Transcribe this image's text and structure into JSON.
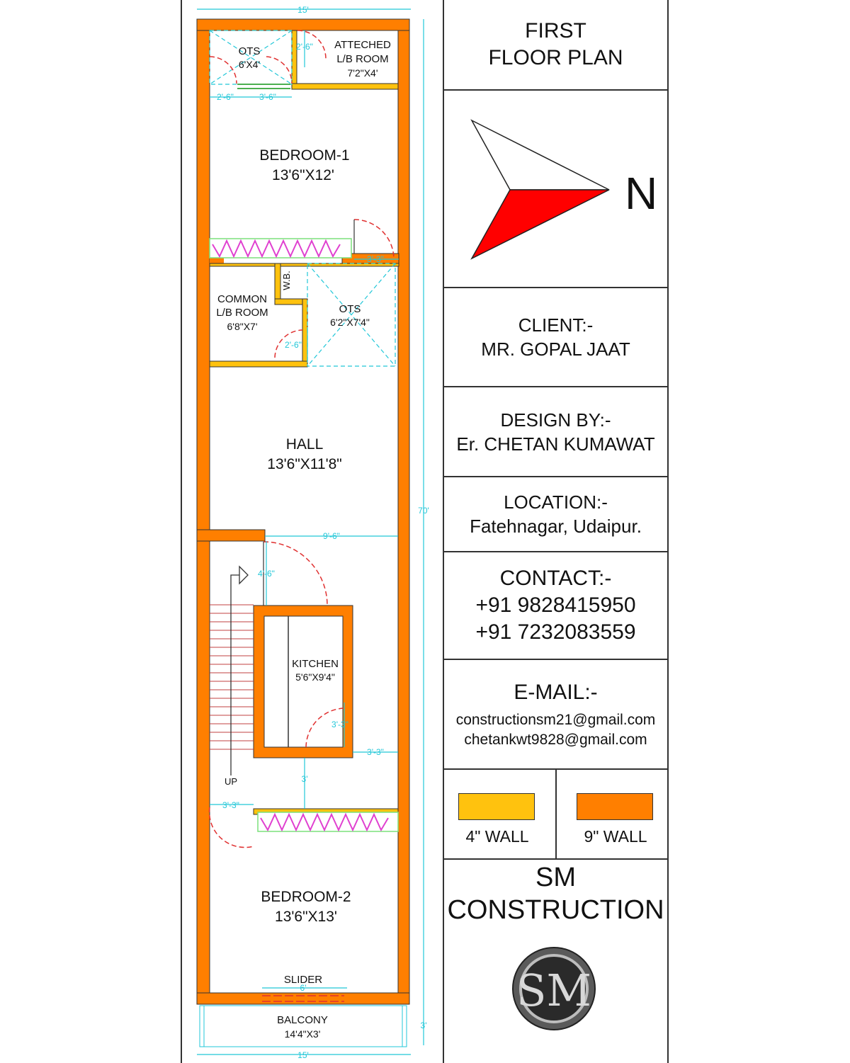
{
  "sheet": {
    "title_line1": "FIRST",
    "title_line2": "FLOOR PLAN",
    "north_label": "N",
    "client_label": "CLIENT:-",
    "client_name": "MR. GOPAL JAAT",
    "design_label": "DESIGN BY:-",
    "designer": "Er. CHETAN KUMAWAT",
    "location_label": "LOCATION:-",
    "location": "Fatehnagar, Udaipur.",
    "contact_label": "CONTACT:-",
    "phone1": "+91 9828415950",
    "phone2": "+91 7232083559",
    "email_label": "E-MAIL:-",
    "email1": "constructionsm21@gmail.com",
    "email2": "chetankwt9828@gmail.com",
    "legend_4in": "4\" WALL",
    "legend_9in": "9\" WALL",
    "brand_line1": "SM",
    "brand_line2": "CONSTRUCTION",
    "logo_text": "SM"
  },
  "colors": {
    "wall_9in": "#ff7f00",
    "wall_4in": "#ffc20e",
    "dimension": "#22c7d8",
    "door_swing": "#e03030",
    "wardrobe": "#e040d0",
    "north_fill": "#ff0000"
  },
  "rooms": {
    "ots1_name": "OTS",
    "ots1_size": "6'X4'",
    "attached_line1": "ATTECHED",
    "attached_line2": "L/B ROOM",
    "attached_size": "7'2\"X4'",
    "bed1_name": "BEDROOM-1",
    "bed1_size": "13'6\"X12'",
    "common_line1": "COMMON",
    "common_line2": "L/B ROOM",
    "common_size": "6'8\"X7'",
    "wb": "W.B.",
    "ots2_name": "OTS",
    "ots2_size": "6'2\"X7'4\"",
    "hall_name": "HALL",
    "hall_size": "13'6\"X11'8\"",
    "kitchen_name": "KITCHEN",
    "kitchen_size": "5'6\"X9'4\"",
    "up": "UP",
    "bed2_name": "BEDROOM-2",
    "bed2_size": "13'6\"X13'",
    "slider": "SLIDER",
    "balcony_name": "BALCONY",
    "balcony_size": "14'4\"X3'"
  },
  "dims": {
    "top_width": "15'",
    "bottom_width": "15'",
    "total_length": "70'",
    "balcony_depth": "3'",
    "d_2_6_a": "2'-6\"",
    "d_2_6_b": "2'-6\"",
    "d_3_6": "3'-6\"",
    "d_3_3_a": "3'-3\"",
    "d_2_6_c": "2'-6\"",
    "d_9_6": "9'-6\"",
    "d_4_6": "4'-6\"",
    "d_3_3_b": "3'-3\"",
    "d_3_3_c": "3'-3\"",
    "d_3": "3'",
    "d_3_3_d": "3'-3\"",
    "d_6": "6'"
  }
}
